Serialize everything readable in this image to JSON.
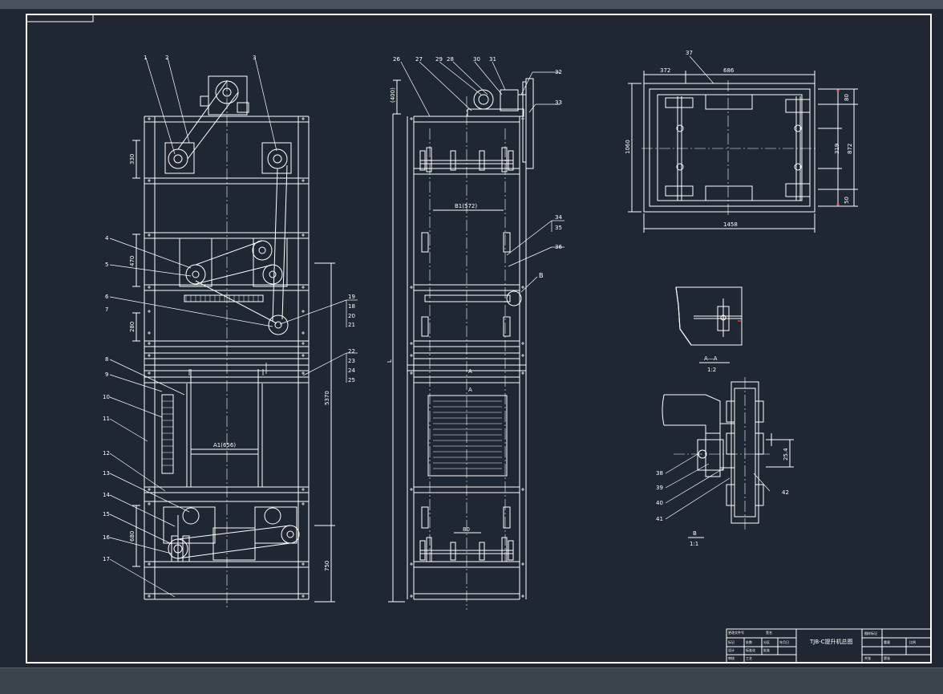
{
  "colors": {
    "background": "#1f2733",
    "line": "#ffffff",
    "accent_red": "#ff3b3b",
    "chrome": "#4a525c"
  },
  "front_view": {
    "balloons": [
      "1",
      "2",
      "3",
      "4",
      "5",
      "6",
      "7",
      "8",
      "9",
      "10",
      "11",
      "12",
      "13",
      "14",
      "15",
      "16",
      "17"
    ],
    "right_balloons": [
      "19",
      "18",
      "20",
      "21",
      "22",
      "23",
      "24",
      "25"
    ],
    "dims": {
      "d330": "330",
      "d470": "470",
      "d280": "280",
      "d5370": "5370",
      "d680": "680",
      "d750": "750"
    },
    "label_a1": "A1(656)"
  },
  "side_view": {
    "balloons": [
      "26",
      "27",
      "29",
      "28",
      "30",
      "31",
      "32",
      "33",
      "34",
      "35",
      "36"
    ],
    "label_b1": "B1(572)",
    "label_b": "B",
    "dims": {
      "d400": "(400)",
      "d80": "80",
      "dL": "L"
    },
    "section_a_top": "A",
    "section_a_bottom": "A"
  },
  "plan_view": {
    "balloon": "37",
    "dims": {
      "d372": "372",
      "d686": "686",
      "d1060": "1060",
      "d1458": "1458",
      "d80": "80",
      "d319": "319",
      "d872": "872",
      "d50": "50"
    }
  },
  "section_aa": {
    "title": "A—A",
    "scale": "1:2"
  },
  "detail_b": {
    "title": "B",
    "scale": "1:1",
    "balloons": [
      "38",
      "39",
      "40",
      "41",
      "42"
    ],
    "dim": "25.4"
  },
  "title_block": {
    "name": "TJB-C提升机总图",
    "labels": [
      "标记",
      "处数",
      "分区",
      "更改文件号",
      "签名",
      "年月日",
      "设计",
      "审核",
      "工艺",
      "标准化",
      "批准",
      "图样标记",
      "重量",
      "比例",
      "共张",
      "第张"
    ]
  }
}
